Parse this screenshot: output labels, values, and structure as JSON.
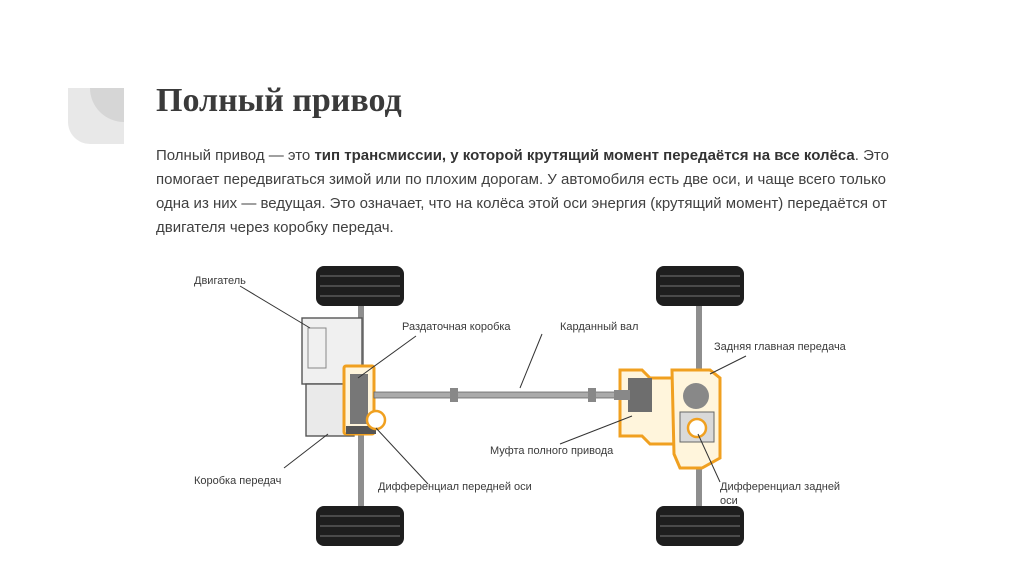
{
  "slide": {
    "title": "Полный привод",
    "paragraph": {
      "p1": "Полный привод — это ",
      "b1": "тип трансмиссии, у которой крутящий момент передаётся на все колёса",
      "p2": ". Это помогает передвигаться зимой или по плохим дорогам. У автомобиля есть две оси, и чаще всего только одна из них — ведущая. Это означает, что на колёса этой оси энергия (крутящий момент) передаётся от двигателя через коробку передач."
    }
  },
  "diagram": {
    "labels": {
      "engine": "Двигатель",
      "transfer_case": "Раздаточная коробка",
      "driveshaft": "Карданный вал",
      "rear_final_drive": "Задняя главная передача",
      "awd_coupling": "Муфта полного привода",
      "gearbox": "Коробка передач",
      "front_diff": "Дифференциал передней оси",
      "rear_diff_line1": "Дифференциал задней",
      "rear_diff_line2": "оси"
    },
    "colors": {
      "highlight": "#f0a020",
      "tire": "#1e1e1e",
      "metal": "#9a9a9a"
    }
  }
}
